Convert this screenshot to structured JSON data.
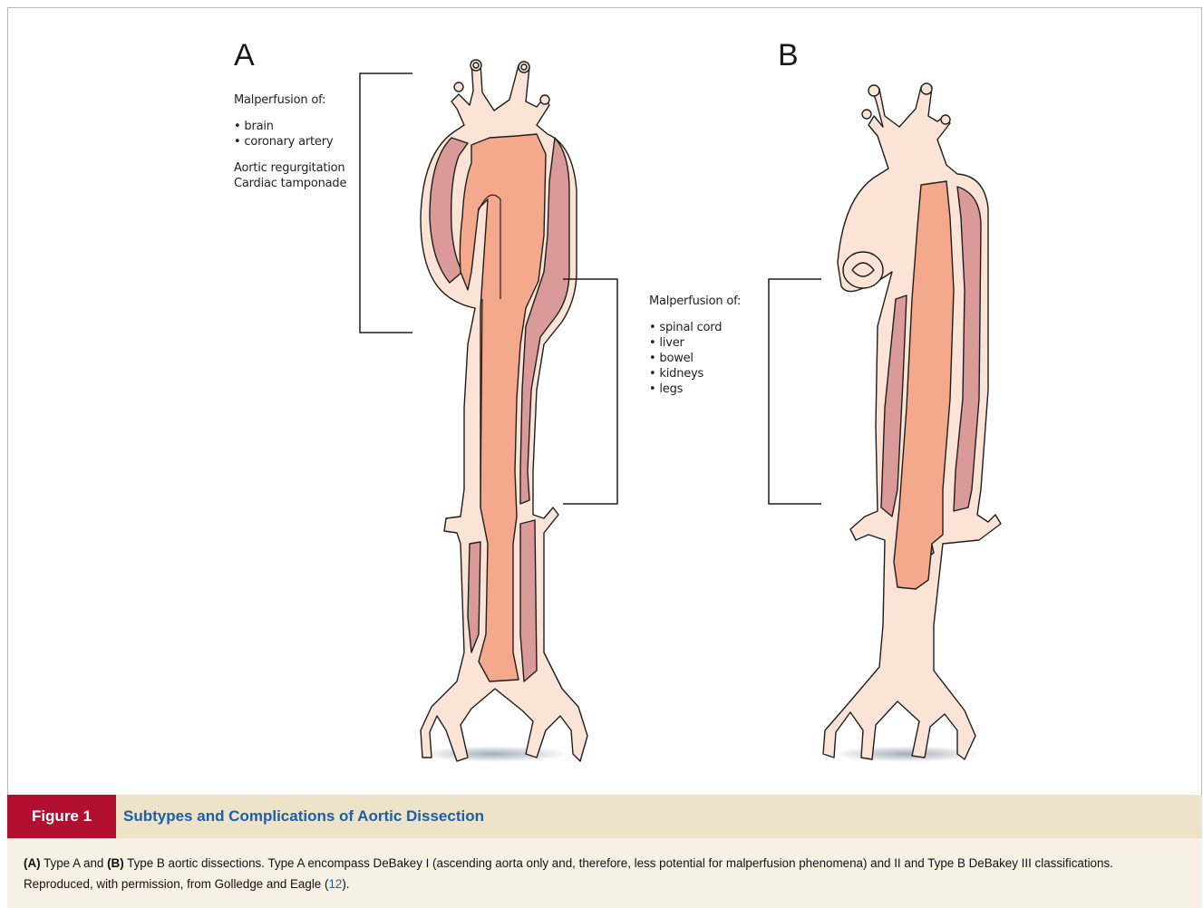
{
  "panels": {
    "a": {
      "letter": "A",
      "heading": "Malperfusion of:",
      "items": [
        "• brain",
        "• coronary artery"
      ],
      "extra": [
        "Aortic regurgitation",
        "Cardiac tamponade"
      ]
    },
    "b": {
      "letter": "B",
      "heading": "Malperfusion of:",
      "items": [
        "• spinal cord",
        "• liver",
        "• bowel",
        "• kidneys",
        "• legs"
      ]
    }
  },
  "colors": {
    "vessel": "#fbe3d6",
    "false_lumen": "#d99a98",
    "true_lumen": "#f4a98d",
    "outline": "#1e1e1e",
    "figure_tag": "#b30f31",
    "caption_band": "#ece3c9",
    "title_blue": "#1a5fa8"
  },
  "caption": {
    "tag": "Figure 1",
    "title": "Subtypes and Complications of Aortic Dissection",
    "legend_a_label": "(A)",
    "legend_a_text": " Type A and ",
    "legend_b_label": "(B)",
    "legend_b_text": " Type B aortic dissections. Type A encompass DeBakey I (ascending aorta only and, therefore, less potential for malperfusion phenomena) and II and Type B DeBakey III classifications. Reproduced, with permission, from Golledge and Eagle (",
    "legend_ref": "12",
    "legend_end": ")."
  }
}
